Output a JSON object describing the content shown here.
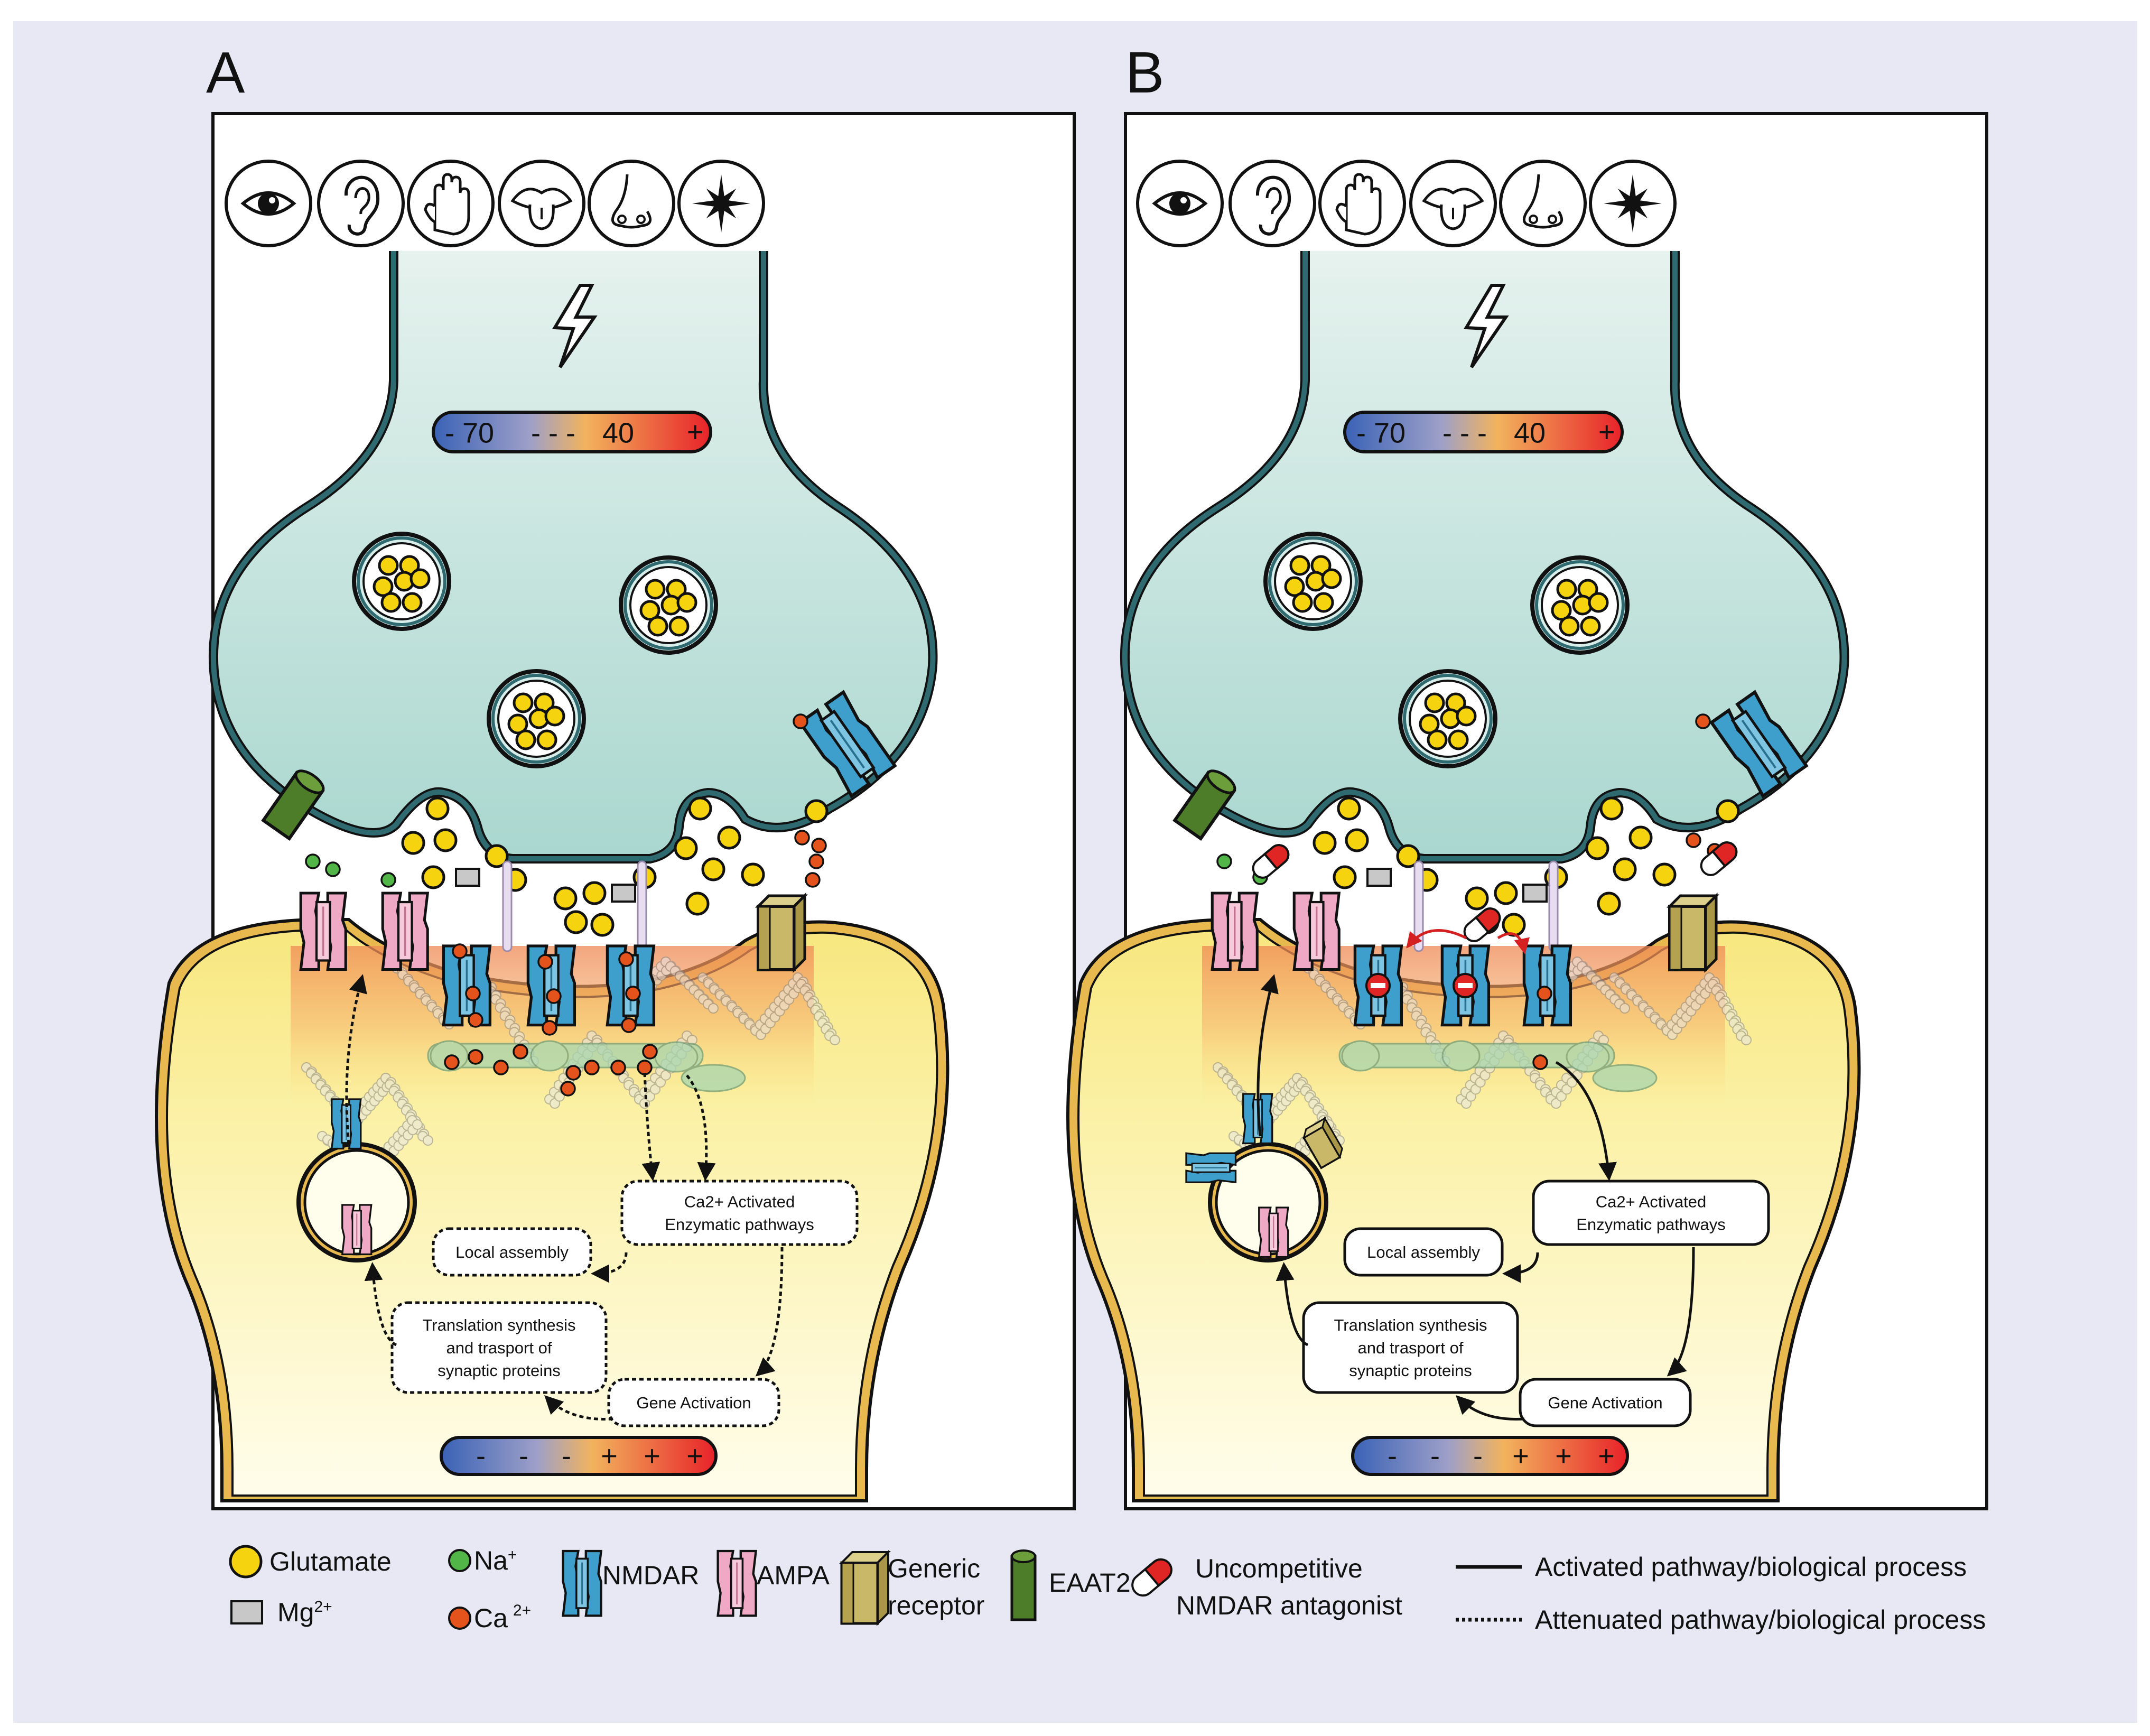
{
  "panels": [
    {
      "letter": "A",
      "presynaptic_scale": {
        "left": "- 70",
        "mid": "- - -",
        "right": "40",
        "plus": "+"
      },
      "postsynaptic_scale": {
        "signs": [
          "-",
          "-",
          "-",
          "+",
          "+",
          "+"
        ]
      },
      "pathway_style": "attenuated",
      "boxes": {
        "ca_line1": "Ca2+    Activated",
        "ca_line2": "Enzymatic pathways",
        "local": "Local assembly",
        "trans_line1": "Translation synthesis",
        "trans_line2": "and trasport of",
        "trans_line3": "synaptic proteins",
        "gene": "Gene Activation"
      }
    },
    {
      "letter": "B",
      "presynaptic_scale": {
        "left": "- 70",
        "mid": "- - -",
        "right": "40",
        "plus": "+"
      },
      "postsynaptic_scale": {
        "signs": [
          "-",
          "-",
          "-",
          "+",
          "+",
          "+"
        ]
      },
      "pathway_style": "activated",
      "boxes": {
        "ca_line1": "Ca2+    Activated",
        "ca_line2": "Enzymatic pathways",
        "local": "Local assembly",
        "trans_line1": "Translation synthesis",
        "trans_line2": "and trasport of",
        "trans_line3": "synaptic proteins",
        "gene": "Gene Activation"
      }
    }
  ],
  "senses": [
    "eye-icon",
    "ear-icon",
    "hand-icon",
    "tongue-icon",
    "nose-icon",
    "pain-star-icon"
  ],
  "legend": {
    "glutamate": "Glutamate",
    "mg": "Mg",
    "mg_sup": "2+",
    "na": "Na",
    "na_sup": "+",
    "ca": "Ca",
    "ca_sup": "2+",
    "nmdar": "NMDAR",
    "ampa": "AMPA",
    "generic_line1": "Generic",
    "generic_line2": "receptor",
    "eaat2": "EAAT2",
    "antagonist_line1": "Uncompetitive",
    "antagonist_line2": "NMDAR antagonist",
    "activated": "Activated pathway/biological process",
    "attenuated": "Attenuated pathway/biological process"
  },
  "colors": {
    "background": "#e8e8f4",
    "presynaptic": "#b5ddd6",
    "presynaptic_border": "#2f6a70",
    "postsynaptic": "#fbf6c4",
    "postsynaptic_border": "#e8b94f",
    "glutamate": "#f5d40f",
    "sodium": "#52b548",
    "calcium": "#e5531d",
    "nmdar": "#3e9fcc",
    "ampa": "#f0a9c4",
    "eaat2": "#4e7d2a",
    "generic_receptor": "#c9b868",
    "antagonist": "#e02525"
  }
}
